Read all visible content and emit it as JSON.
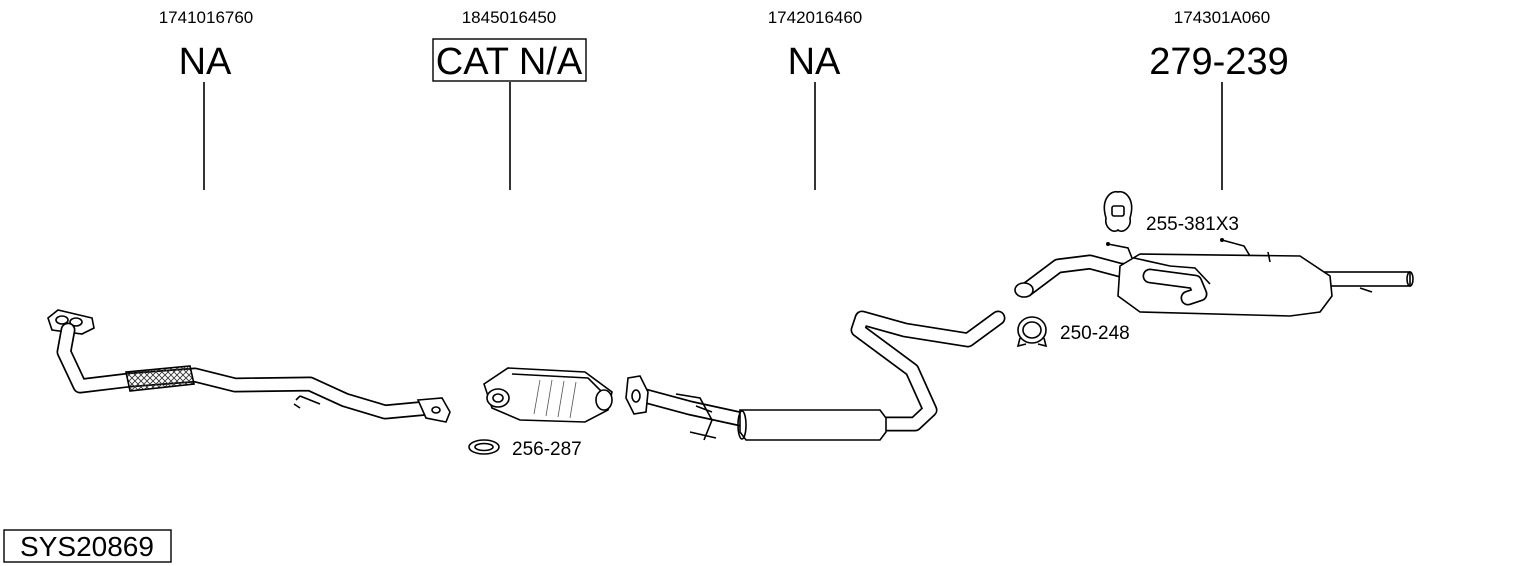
{
  "parts": [
    {
      "part_number": "1741016760",
      "label": "NA",
      "boxed": false
    },
    {
      "part_number": "1845016450",
      "label": "CAT N/A",
      "boxed": true
    },
    {
      "part_number": "1742016460",
      "label": "NA",
      "boxed": false
    },
    {
      "part_number": "174301A060",
      "label": "279-239",
      "boxed": false
    }
  ],
  "accessories": {
    "gasket": "256-287",
    "hanger": "255-381X3",
    "clamp": "250-248"
  },
  "system_code": "SYS20869",
  "colors": {
    "line": "#000000",
    "background": "#ffffff",
    "pipe_fill": "#ffffff"
  }
}
